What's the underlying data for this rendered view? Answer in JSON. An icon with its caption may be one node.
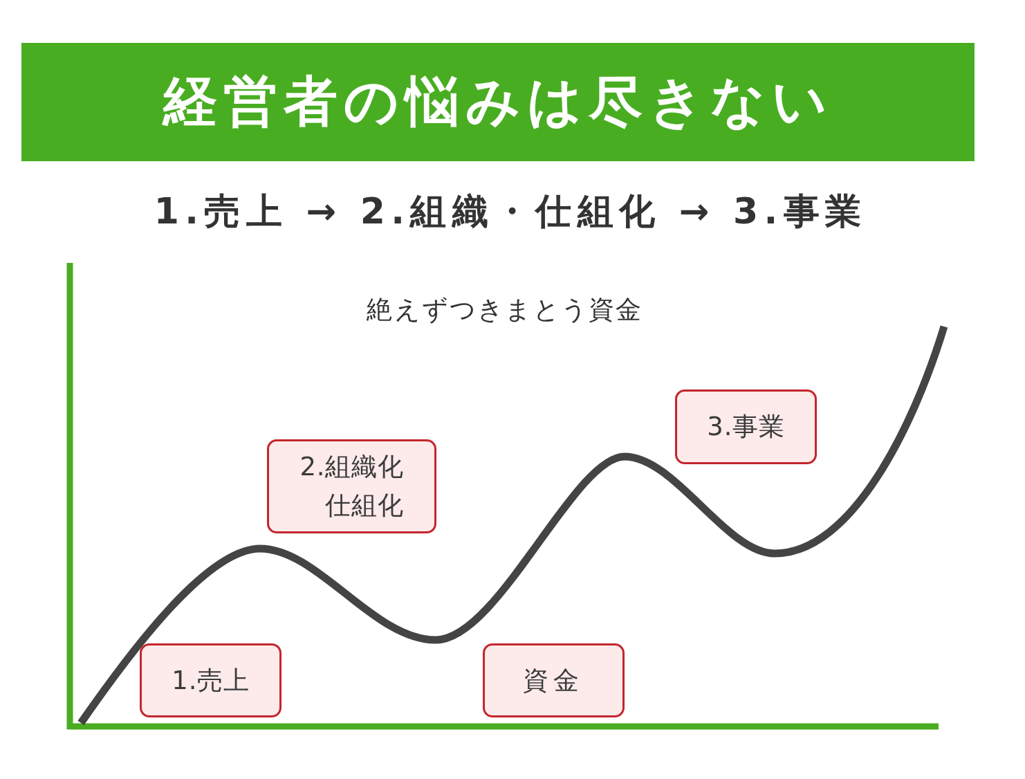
{
  "diagram": {
    "title": "経営者の悩みは尽きない",
    "nodes": [
      {
        "text": [
          "1.売上"
        ]
      },
      {
        "text": [
          "2.組織化",
          "仕組化"
        ]
      },
      {
        "text": [
          "資金"
        ]
      },
      {
        "text": [
          "3.事業"
        ]
      }
    ],
    "labels": [
      "1.売上 → 2.組織・仕組化 → 3.事業",
      "絶えずつきまとう資金"
    ]
  }
}
